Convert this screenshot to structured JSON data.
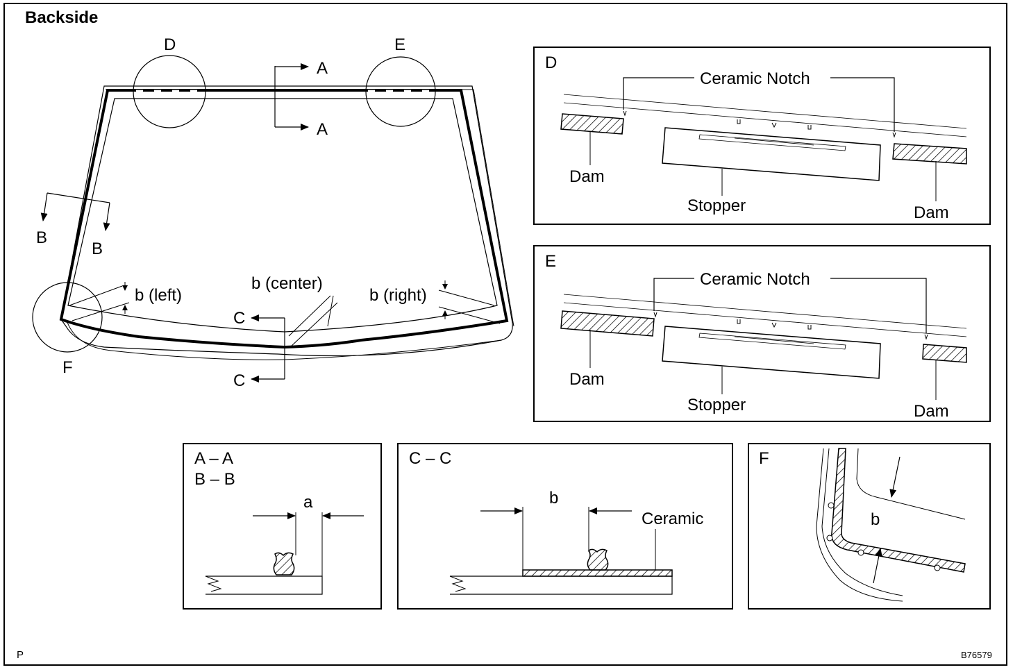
{
  "title": "Backside",
  "footer": {
    "left": "P",
    "right": "B76579"
  },
  "main": {
    "circle_d": "D",
    "circle_e": "E",
    "circle_f": "F",
    "arrow_a_top": "A",
    "arrow_a_bottom": "A",
    "arrow_b_left": "B",
    "arrow_b_right": "B",
    "arrow_c_top": "C",
    "arrow_c_bottom": "C",
    "b_left": "b (left)",
    "b_center": "b (center)",
    "b_right": "b (right)"
  },
  "detail_d": {
    "label": "D",
    "ceramic_notch": "Ceramic Notch",
    "dam_left": "Dam",
    "stopper": "Stopper",
    "dam_right": "Dam"
  },
  "detail_e": {
    "label": "E",
    "ceramic_notch": "Ceramic Notch",
    "dam_left": "Dam",
    "stopper": "Stopper",
    "dam_right": "Dam"
  },
  "section_ab": {
    "label1": "A – A",
    "label2": "B – B",
    "dim": "a"
  },
  "section_cc": {
    "label": "C – C",
    "dim": "b",
    "ceramic": "Ceramic"
  },
  "detail_f": {
    "label": "F",
    "dim": "b"
  }
}
